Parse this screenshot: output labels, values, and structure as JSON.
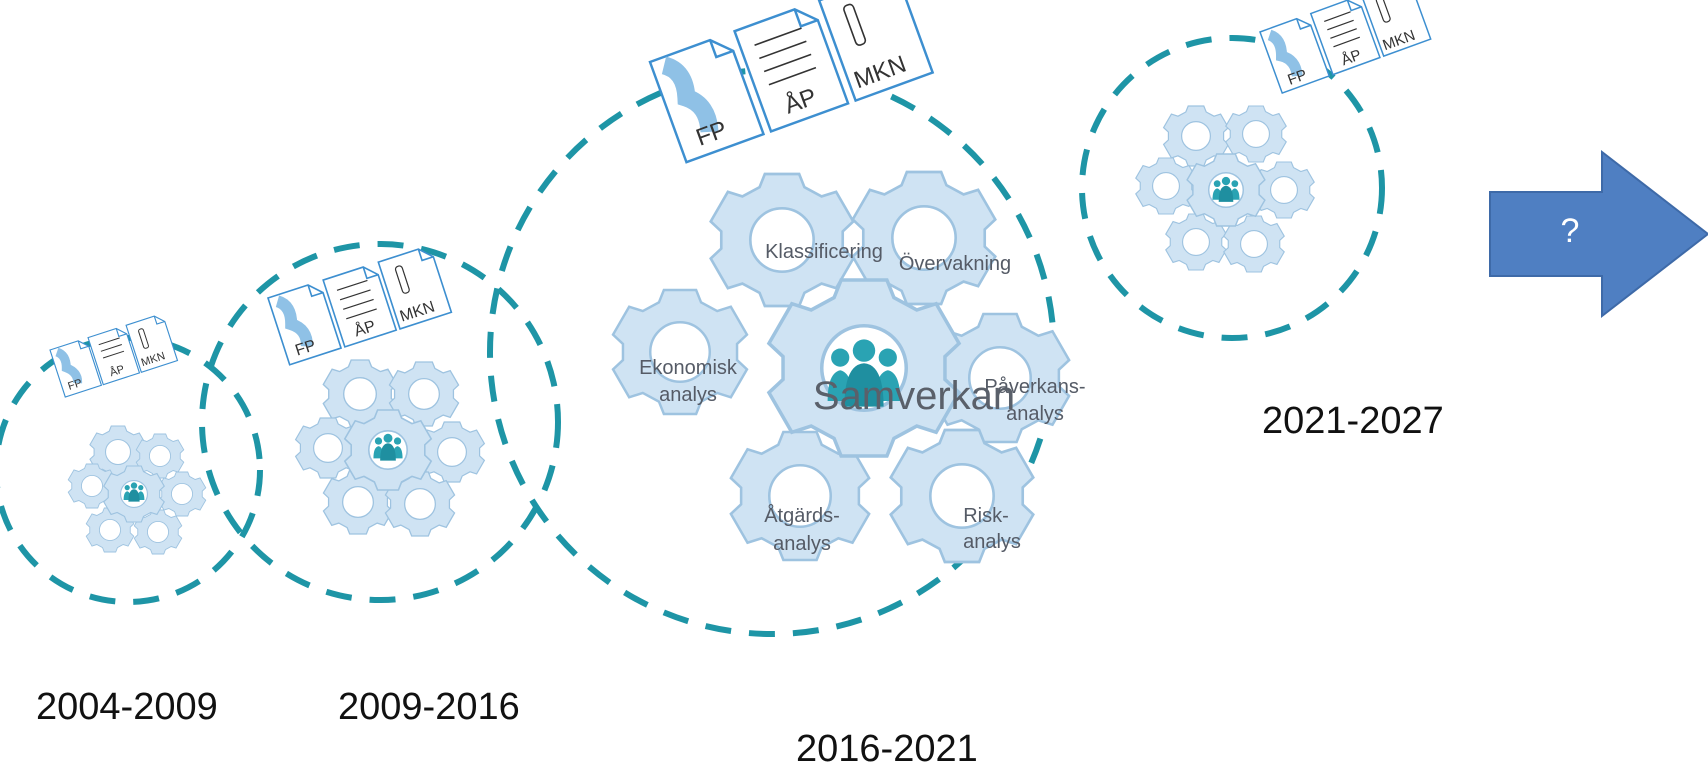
{
  "periods": [
    {
      "label": "2004-2009"
    },
    {
      "label": "2009-2016"
    },
    {
      "label": "2016-2021"
    },
    {
      "label": "2021-2027"
    }
  ],
  "documents": {
    "fp": "FP",
    "ap": "ÅP",
    "mkn": "MKN"
  },
  "gears": {
    "center": "Samverkan",
    "klassificering": "Klassificering",
    "overvakning": "Övervakning",
    "ekonomisk": [
      "Ekonomisk",
      "analys"
    ],
    "paverkans": [
      "Påverkans-",
      "analys"
    ],
    "atgards": [
      "Åtgärds-",
      "analys"
    ],
    "risk": [
      "Risk-",
      "analys"
    ]
  },
  "next_arrow": {
    "label": "?"
  },
  "colors": {
    "dash": "#1e95a6",
    "gear_fill": "#cfe3f3",
    "gear_stroke": "#9ec3e0",
    "gear_center": "#b9d7ee",
    "people": "#2aa3b3",
    "doc_accent": "#3d8fd0",
    "arrow": "#4f7fc2"
  }
}
